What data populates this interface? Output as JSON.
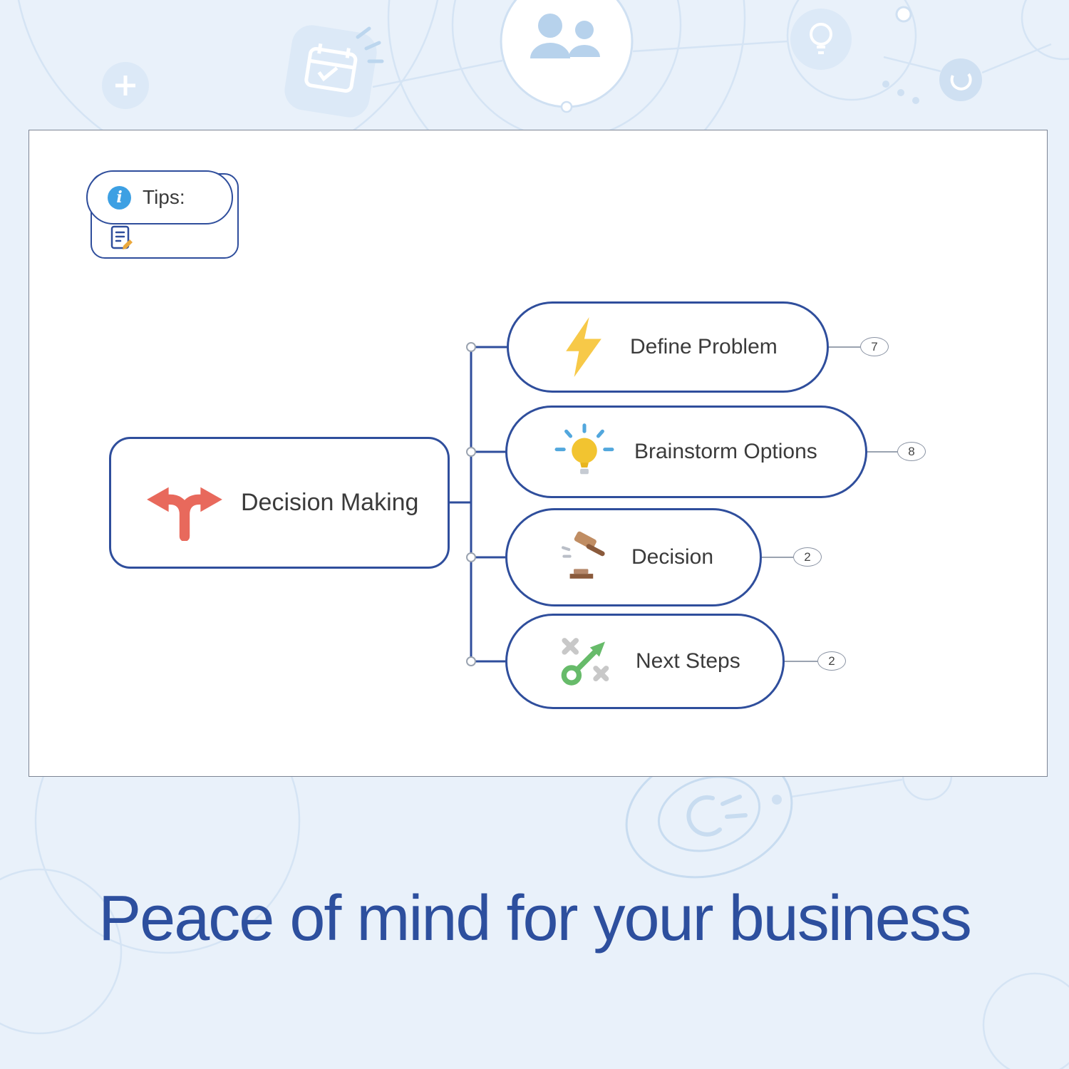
{
  "tagline": "Peace of mind for your business",
  "tips": {
    "label": "Tips:",
    "icons": [
      "info-icon",
      "document-note-icon"
    ]
  },
  "mindmap": {
    "root": {
      "label": "Decision Making",
      "icon": "fork-arrows-icon"
    },
    "children": [
      {
        "label": "Define Problem",
        "icon": "lightning-bolt-icon",
        "badge": "7"
      },
      {
        "label": "Brainstorm Options",
        "icon": "lightbulb-icon",
        "badge": "8"
      },
      {
        "label": "Decision",
        "icon": "gavel-icon",
        "badge": "2"
      },
      {
        "label": "Next Steps",
        "icon": "strategy-arrow-icon",
        "badge": "2"
      }
    ]
  },
  "colors": {
    "background": "#e9f1fa",
    "node_border": "#2f4e9c",
    "tagline_text": "#2d4f9e",
    "info_badge": "#3da0e3",
    "root_icon": "#e8695c",
    "lightning": "#f7c948",
    "bulb": "#f2c430",
    "bulb_rays": "#52a7dd",
    "gavel": "#b5876a",
    "strategy_green": "#67bb6a",
    "badge_border": "#8a93a3"
  }
}
